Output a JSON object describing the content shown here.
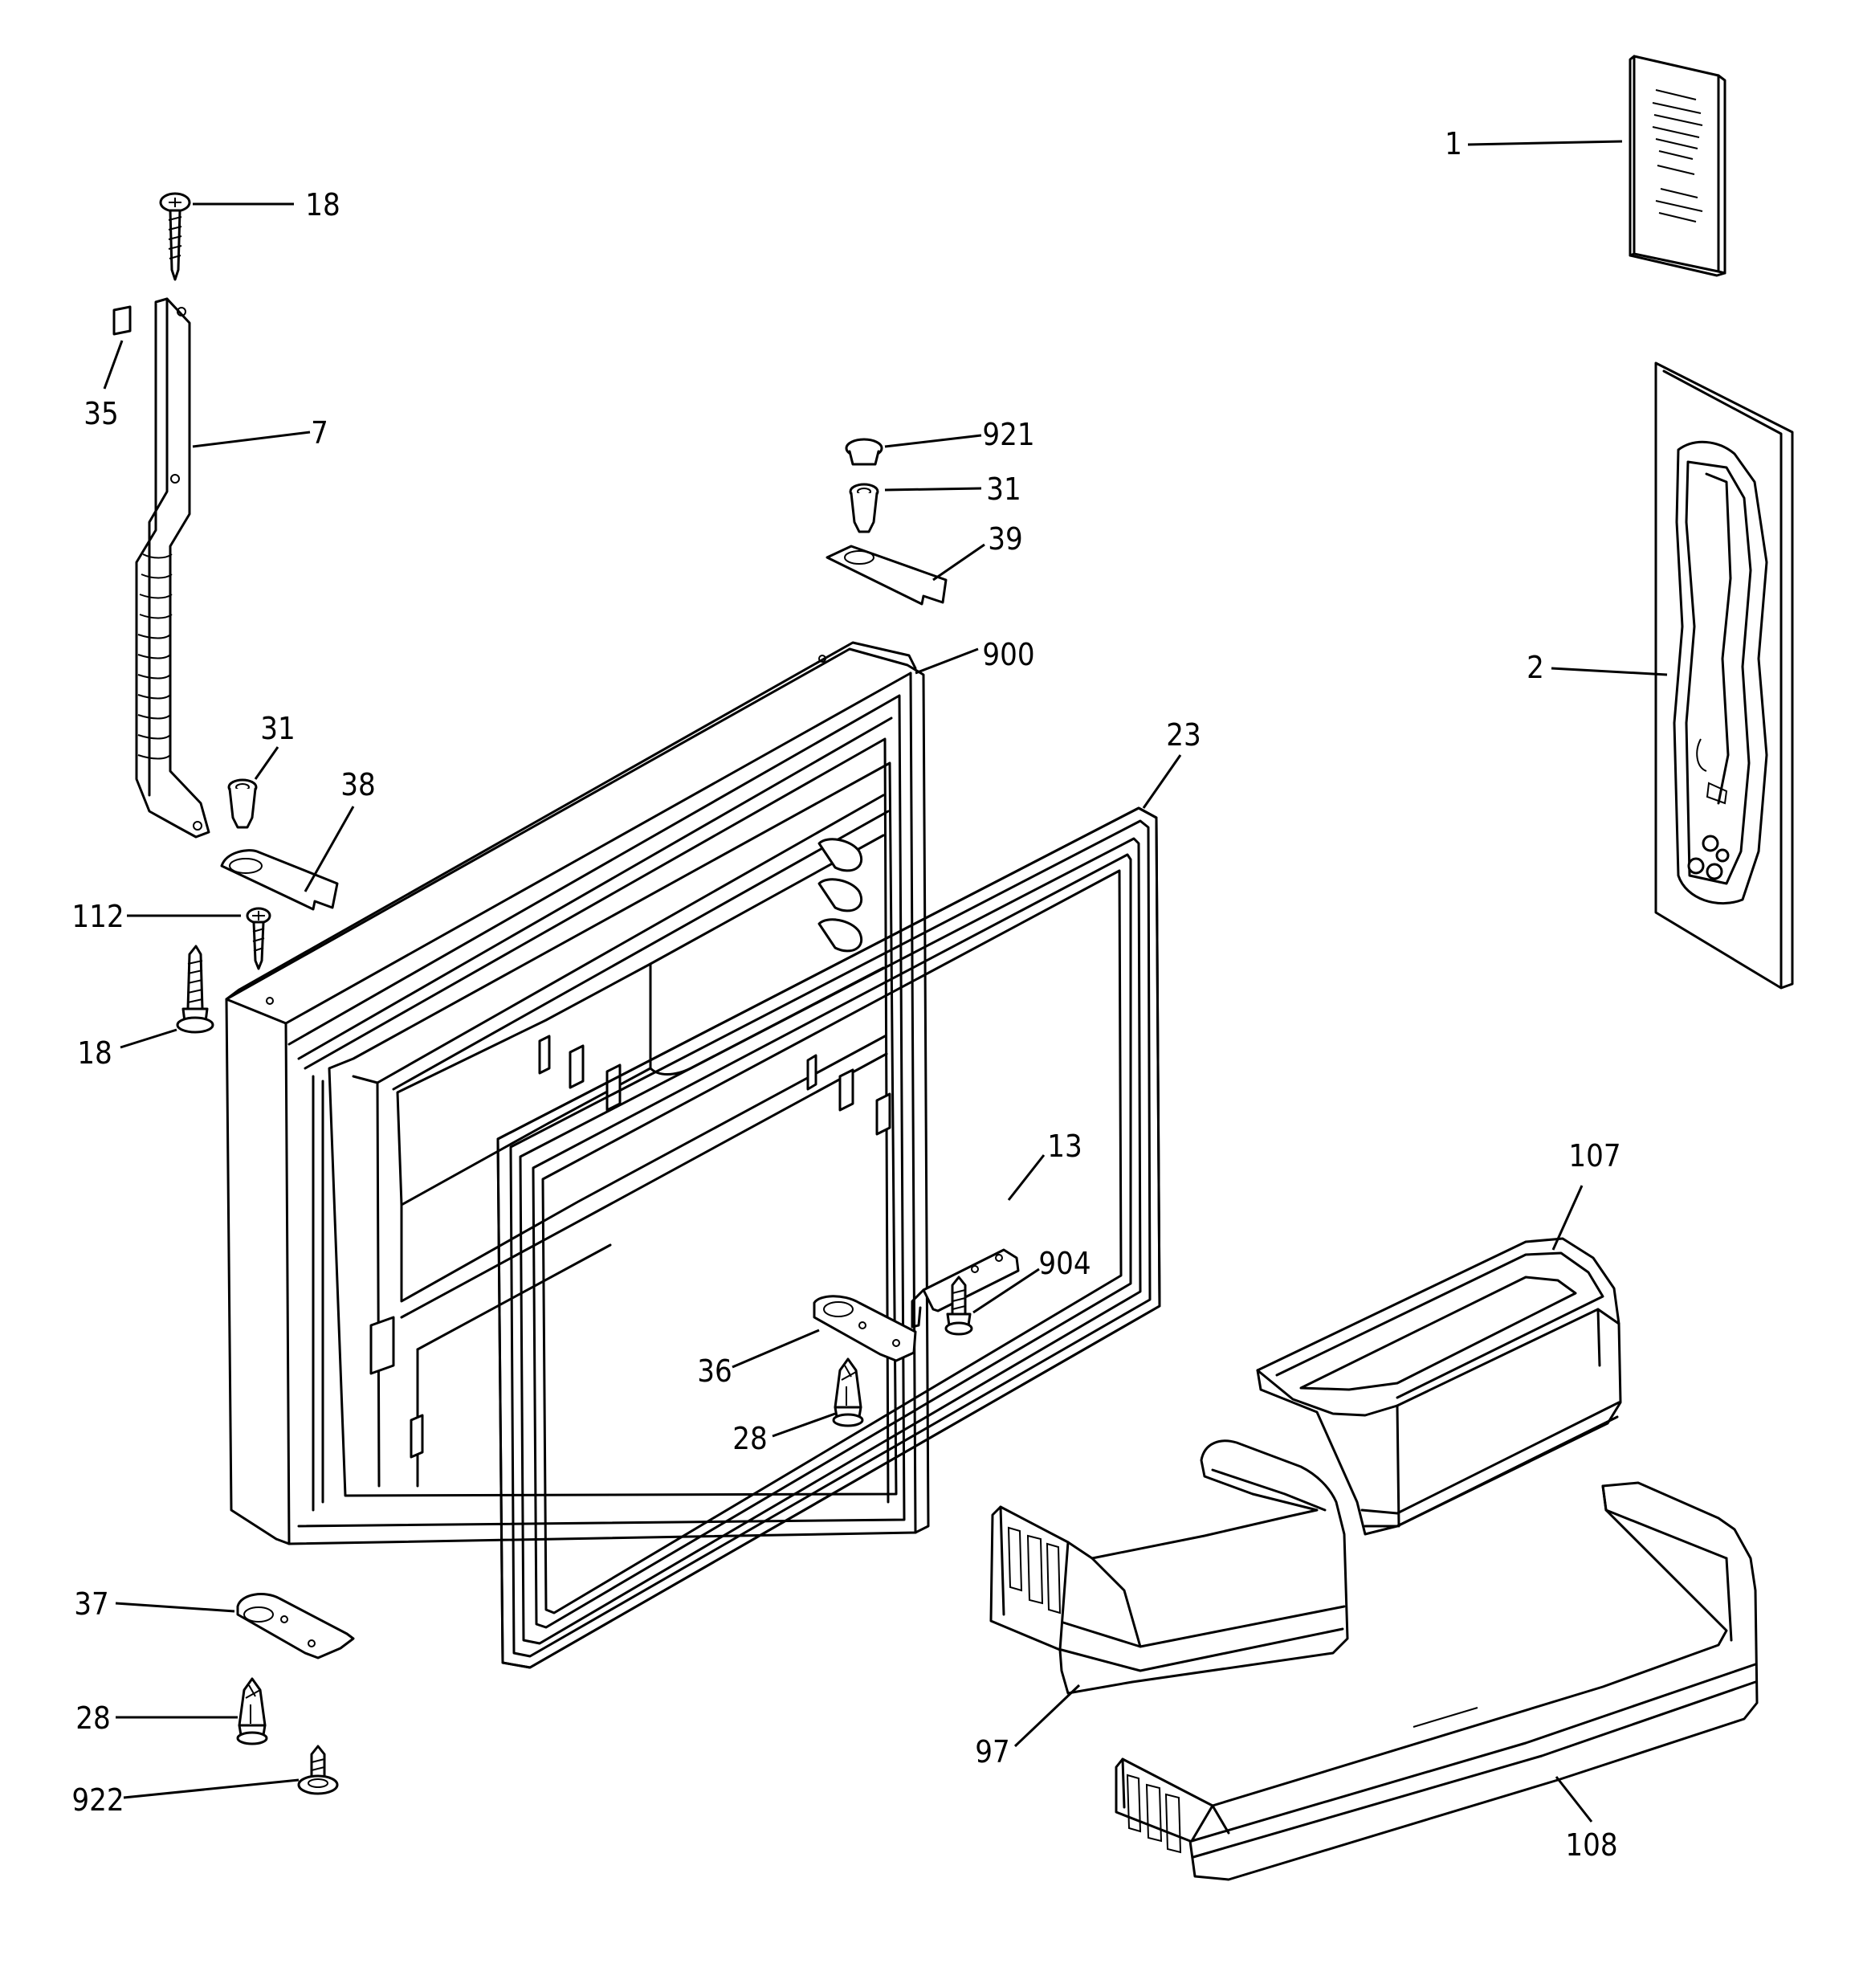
{
  "diagram": {
    "type": "exploded-parts-diagram",
    "callouts": [
      {
        "key": "c1",
        "label": "1"
      },
      {
        "key": "c2",
        "label": "2"
      },
      {
        "key": "c18a",
        "label": "18"
      },
      {
        "key": "c35",
        "label": "35"
      },
      {
        "key": "c7",
        "label": "7"
      },
      {
        "key": "c921",
        "label": "921"
      },
      {
        "key": "c31a",
        "label": "31"
      },
      {
        "key": "c39",
        "label": "39"
      },
      {
        "key": "c900",
        "label": "900"
      },
      {
        "key": "c31b",
        "label": "31"
      },
      {
        "key": "c38",
        "label": "38"
      },
      {
        "key": "c23",
        "label": "23"
      },
      {
        "key": "c112",
        "label": "112"
      },
      {
        "key": "c18b",
        "label": "18"
      },
      {
        "key": "c13",
        "label": "13"
      },
      {
        "key": "c107",
        "label": "107"
      },
      {
        "key": "c904",
        "label": "904"
      },
      {
        "key": "c36",
        "label": "36"
      },
      {
        "key": "c28a",
        "label": "28"
      },
      {
        "key": "c37",
        "label": "37"
      },
      {
        "key": "c97",
        "label": "97"
      },
      {
        "key": "c28b",
        "label": "28"
      },
      {
        "key": "c922",
        "label": "922"
      },
      {
        "key": "c108",
        "label": "108"
      }
    ]
  }
}
